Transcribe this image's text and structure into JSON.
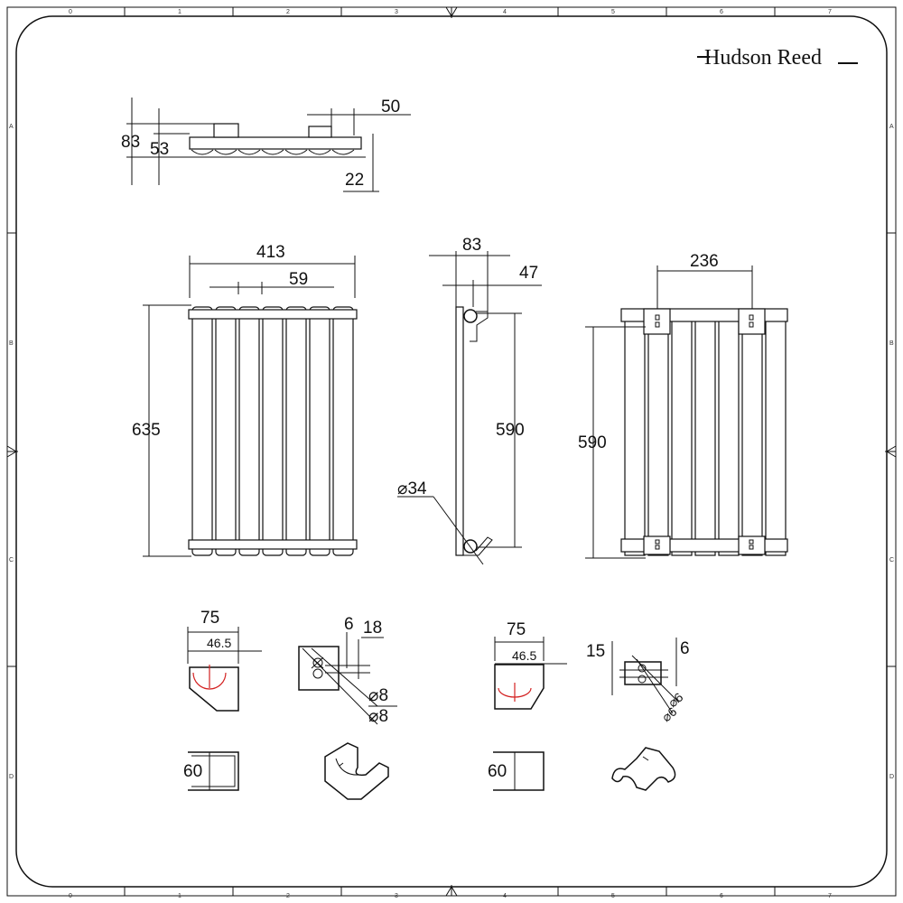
{
  "brand": {
    "name": "Hudson Reed"
  },
  "border": {
    "columns": [
      "0",
      "1",
      "2",
      "3",
      "4",
      "5",
      "6",
      "7"
    ],
    "rows": [
      "A",
      "B",
      "C",
      "D"
    ]
  },
  "dimensions": {
    "top_view": {
      "height_total": "83",
      "height_body": "53",
      "bracket_offset": "50",
      "wall_gap": "22"
    },
    "front_view": {
      "width": "413",
      "column_pitch": "59",
      "height": "635"
    },
    "side_view": {
      "depth": "83",
      "bracket_depth": "47",
      "center_height": "590",
      "pipe_diameter": "⌀34"
    },
    "rear_view": {
      "bracket_spacing": "236",
      "bracket_height": "590"
    },
    "bracket_a": {
      "width": "75",
      "inner": "46.5",
      "height": "60"
    },
    "bracket_a_side": {
      "thickness": "6",
      "offset": "18",
      "hole1": "⌀8",
      "hole2": "⌀8"
    },
    "bracket_b": {
      "width": "75",
      "inner": "46.5",
      "height": "60"
    },
    "bracket_b_side": {
      "offset": "15",
      "thickness": "6",
      "hole1": "⌀6",
      "hole2": "⌀6"
    }
  },
  "colors": {
    "line": "#111111",
    "accent": "#d32020",
    "background": "#ffffff"
  }
}
